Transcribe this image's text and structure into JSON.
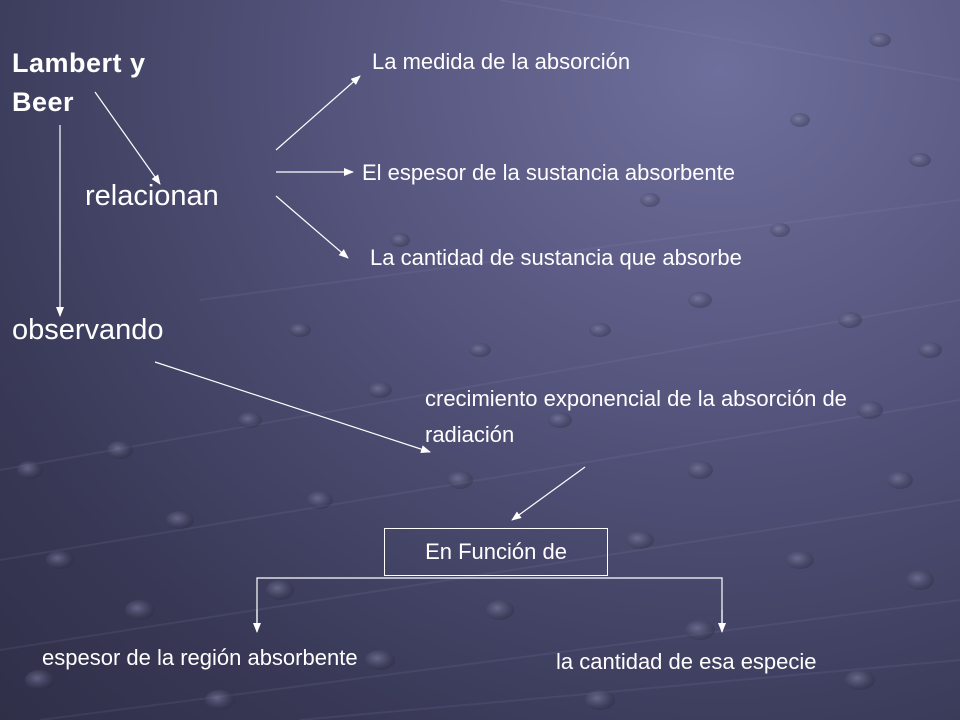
{
  "nodes": {
    "title": "Lambert y Beer",
    "relacionan": "relacionan",
    "observando": "observando",
    "medida": "La medida de la absorción",
    "espesor": "El espesor de la sustancia absorbente",
    "cantidad": "La cantidad de sustancia que absorbe",
    "crecimiento": "crecimiento exponencial de la absorción de radiación",
    "funcion": "En Función de",
    "region": "espesor de la región absorbente",
    "especie": "la cantidad de esa especie"
  },
  "colors": {
    "background": "#4e4e75",
    "text": "#ffffff",
    "arrow": "#ffffff"
  }
}
